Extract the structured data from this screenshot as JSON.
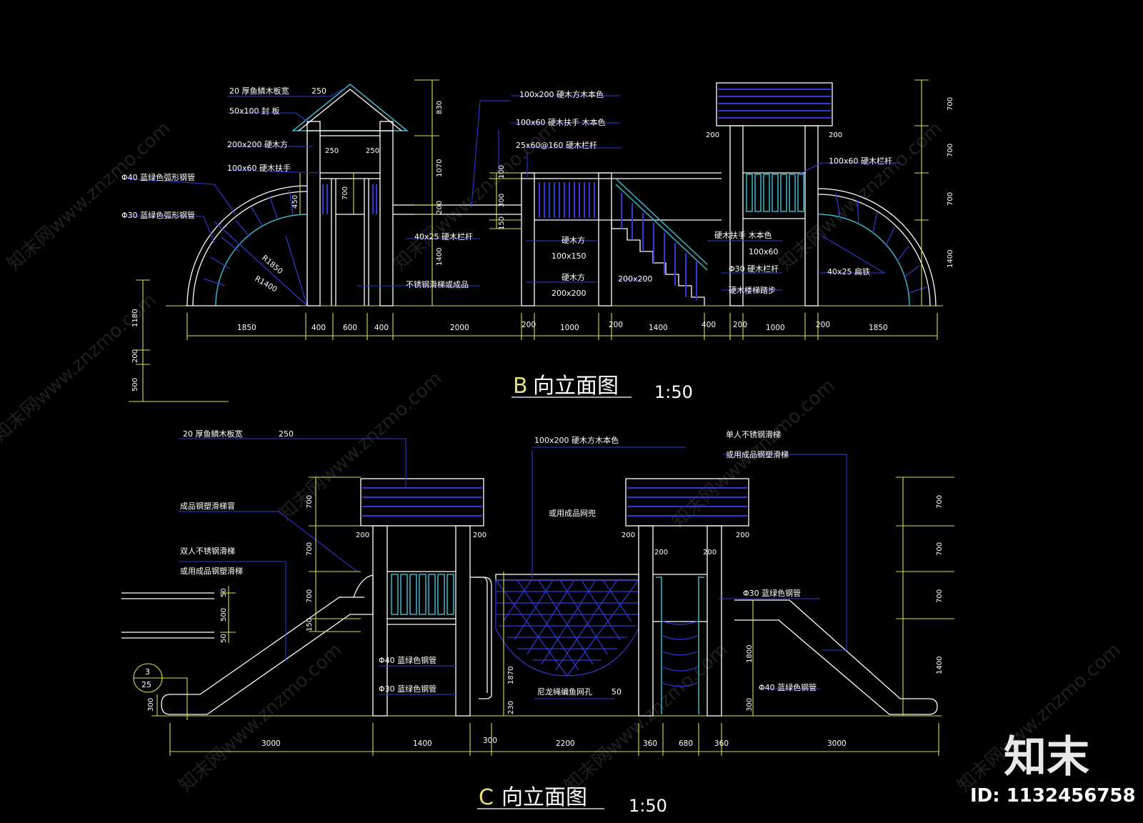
{
  "colors": {
    "background": "#000000",
    "outline": "#ffffff",
    "dimension": "#c9e84a",
    "leader": "#2f3ad8",
    "rail": "#3fb6c8",
    "title_letter": "#e6e07a"
  },
  "view_b": {
    "letter": "B",
    "title": "向立面图",
    "scale": "1:50",
    "labels": [
      "20  厚鱼鳞木板宽",
      "250",
      "50x100   封  板",
      "200x200     硬木方",
      "100x60     硬木扶手",
      "Φ40  蓝绿色弧形钢管",
      "Φ30  蓝绿色弧形钢管",
      "100x200     硬木方木本色",
      "100x60     硬木扶手    木本色",
      "25x60@160      硬木栏杆",
      "100x60        硬木栏杆",
      "40x25      硬木栏杆",
      "不锈钢滑梯或成品",
      "硬木方",
      "100x150",
      "硬木方",
      "200x200",
      "200x200",
      "硬木扶手      木本色",
      "100x60",
      "Φ30    硬木栏杆",
      "硬木楼梯踏步",
      "40x25     扁铁",
      "R1850",
      "R1400"
    ],
    "dims_bottom": [
      "1850",
      "400",
      "600",
      "400",
      "2000",
      "200",
      "1000",
      "200",
      "1400",
      "400",
      "200",
      "1000",
      "200",
      "1850"
    ],
    "dims_vertical": [
      "830",
      "1070",
      "200",
      "1400",
      "250",
      "250",
      "700",
      "450",
      "100",
      "300",
      "150",
      "200",
      "200",
      "700",
      "700",
      "700",
      "1400",
      "1180",
      "200",
      "500"
    ]
  },
  "view_c": {
    "letter": "C",
    "title": "向立面图",
    "scale": "1:50",
    "labels": [
      "20    厚鱼鳞木板宽",
      "250",
      "成品钢塑滑梯冒",
      "双人不锈钢滑梯",
      "或用成品钢塑滑梯",
      "100x200      硬木方木本色",
      "或用成品网兜",
      "单人不锈钢滑梯",
      "或用成品钢塑滑梯",
      "Φ30   蓝绿色钢管",
      "Φ40    蓝绿色钢管",
      "Φ30    蓝绿色钢管",
      "Φ40    蓝绿色钢管",
      "尼龙绳编鱼网孔",
      "50"
    ],
    "callout_top": "3",
    "callout_bottom": "25",
    "dims_bottom": [
      "3000",
      "1400",
      "300",
      "2200",
      "360",
      "680",
      "360",
      "3000"
    ],
    "dims_vertical": [
      "700",
      "700",
      "700",
      "150",
      "50",
      "500",
      "50",
      "300",
      "200",
      "200",
      "200",
      "200",
      "200",
      "200",
      "1870",
      "230",
      "1800",
      "300",
      "700",
      "700",
      "700",
      "1400"
    ]
  },
  "watermark": "知末网www.znzmo.com",
  "logo": "知末",
  "image_id": "ID: 1132456758"
}
